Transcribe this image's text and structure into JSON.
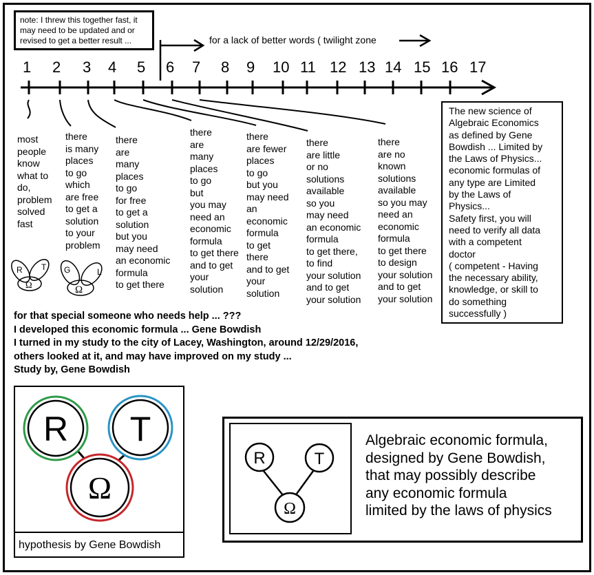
{
  "note": "note: I threw this together fast, it\nmay need to be updated and or\nrevised to get a better result ...",
  "twilight_label": "for a lack of better words ( twilight zone",
  "scale_numbers": [
    "1",
    "2",
    "3",
    "4",
    "5",
    "6",
    "7",
    "8",
    "9",
    "10",
    "11",
    "12",
    "13",
    "14",
    "15",
    "16",
    "17"
  ],
  "columns": [
    "most\npeople\nknow\nwhat to\ndo,\nproblem\nsolved\nfast",
    "there\nis many\nplaces\nto go\nwhich\nare free\nto get a\nsolution\nto your\nproblem",
    "there\nare\nmany\nplaces\nto go\nfor free\nto get a\nsolution\nbut you\nmay need\nan economic\nformula\nto get there",
    "there\nare\nmany\nplaces\nto go\nbut\nyou may\nneed an\neconomic\nformula\nto get there\nand to get\nyour\nsolution",
    "there\nare fewer\nplaces\nto go\nbut you\nmay need\nan\neconomic\nformula\nto get\nthere\nand to get\nyour\nsolution",
    "there\nare little\nor no\nsolutions\navailable\nso you\nmay need\nan economic\nformula\nto get there,\nto find\nyour solution\nand to get\nyour solution",
    "there\nare no\nknown\nsolutions\navailable\nso you may\nneed an\neconomic\nformula\nto get there\nto design\nyour solution\nand to get\nyour solution"
  ],
  "box_text": "The new science of\nAlgebraic Economics\nas defined by Gene\nBowdish ... Limited by\nthe Laws of Physics...\neconomic formulas of\nany type are Limited\nby the Laws of\nPhysics...\nSafety first, you will\nneed to verify all data\nwith a competent\ndoctor\n( competent - Having\nthe necessary ability,\nknowledge, or skill to\ndo something\nsuccessfully )",
  "statement": "for that special someone who needs help ... ???\nI developed this economic formula ... Gene Bowdish\nI turned in my study to the city of Lacey, Washington, around 12/29/2016,\nothers looked at it, and may have improved on my study ...\nStudy by, Gene Bowdish",
  "small_venn_1": {
    "left": "R",
    "right": "T",
    "bottom": "Ω"
  },
  "small_venn_2": {
    "left": "G",
    "right": "L",
    "bottom": "Ω"
  },
  "big_circles": {
    "left": "R",
    "right": "T",
    "bottom": "Ω"
  },
  "big_circle_colors": {
    "left": "#2e9a47",
    "right": "#2a94c4",
    "bottom": "#c6262b"
  },
  "hypothesis_label": "hypothesis by Gene Bowdish",
  "formula_circles": {
    "left": "R",
    "right": "T",
    "bottom": "Ω"
  },
  "formula_caption": "Algebraic economic formula,\ndesigned by Gene Bowdish,\nthat may possibly describe\nany economic formula\nlimited by the laws of physics"
}
